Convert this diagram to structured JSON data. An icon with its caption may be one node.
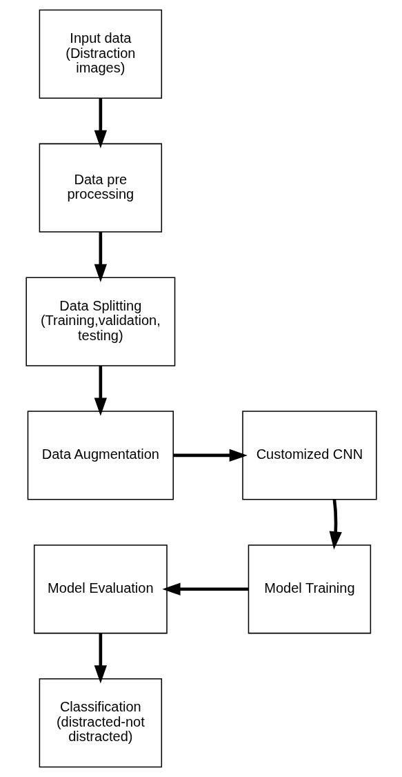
{
  "diagram": {
    "nodes": [
      {
        "text": [
          "Input data (Distraction images)"
        ]
      },
      {
        "text": [
          "Data pre processing"
        ]
      },
      {
        "text": [
          "Data Splitting (Training,validation, testing)"
        ]
      },
      {
        "text": [
          "Data Augmentation"
        ]
      },
      {
        "text": [
          "Customized CNN"
        ]
      },
      {
        "text": [
          "Model Training"
        ]
      },
      {
        "text": [
          "Model Evaluation"
        ]
      },
      {
        "text": [
          "Classification (distracted-not distracted)"
        ]
      }
    ],
    "edges": [
      {
        "from": 0,
        "to": 1,
        "arrow": "to"
      },
      {
        "from": 1,
        "to": 2,
        "arrow": "to"
      },
      {
        "from": 2,
        "to": 3,
        "arrow": "to"
      },
      {
        "from": 3,
        "to": 4,
        "arrow": "to"
      },
      {
        "from": 4,
        "to": 5,
        "arrow": "to"
      },
      {
        "from": 5,
        "to": 6,
        "arrow": "to"
      },
      {
        "from": 6,
        "to": 7,
        "arrow": "to"
      }
    ]
  }
}
